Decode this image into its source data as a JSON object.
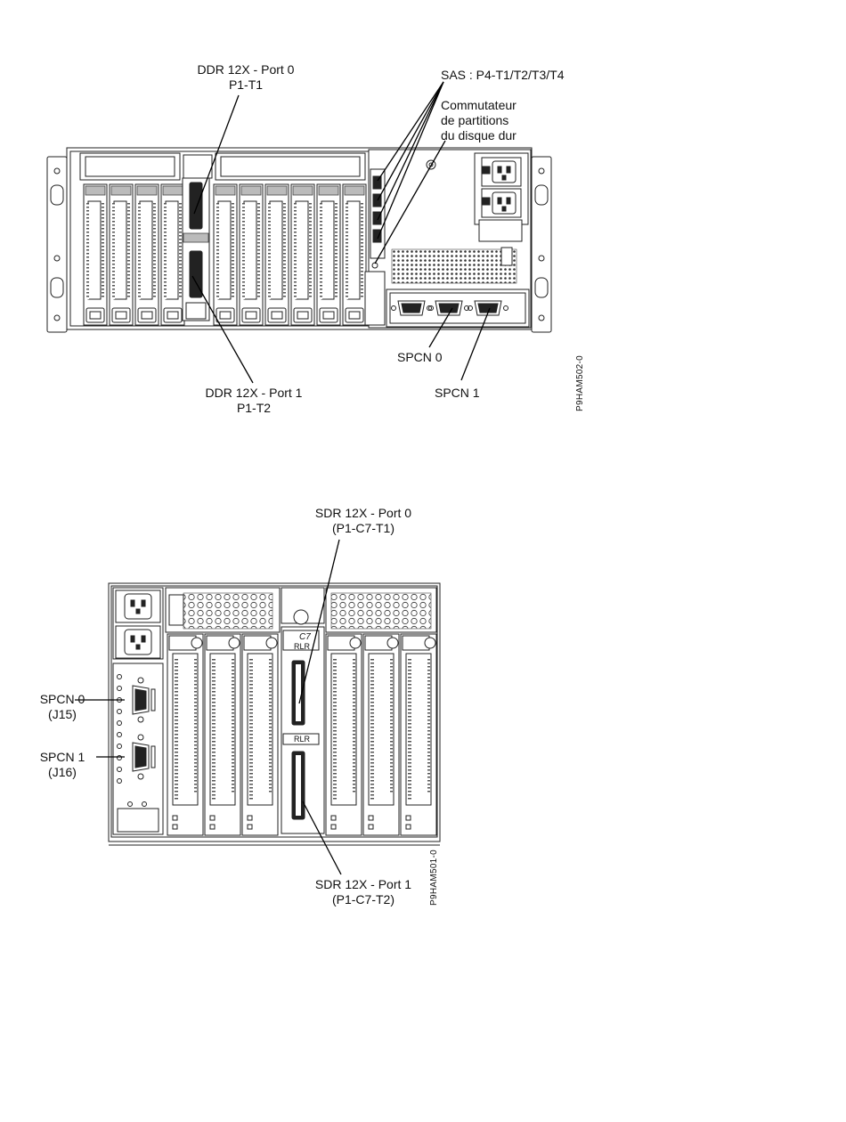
{
  "figure1": {
    "labels": {
      "ddr_port0_title": "DDR 12X - Port 0",
      "ddr_port0_loc": "P1-T1",
      "sas": "SAS : P4-T1/T2/T3/T4",
      "switch_line1": "Commutateur",
      "switch_line2": "de partitions",
      "switch_line3": "du disque dur",
      "spcn0": "SPCN 0",
      "spcn1": "SPCN 1",
      "ddr_port1_title": "DDR 12X - Port 1",
      "ddr_port1_loc": "P1-T2",
      "figure_id": "P9HAM502-0"
    }
  },
  "figure2": {
    "labels": {
      "sdr_port0_title": "SDR 12X - Port 0",
      "sdr_port0_loc": "(P1-C7-T1)",
      "spcn0": "SPCN 0",
      "spcn0_loc": "(J15)",
      "spcn1": "SPCN 1",
      "spcn1_loc": "(J16)",
      "sdr_port1_title": "SDR 12X - Port 1",
      "sdr_port1_loc": "(P1-C7-T2)",
      "figure_id": "P9HAM501-0",
      "slot_tag": "C7",
      "rlr_tag": "RLR"
    }
  }
}
